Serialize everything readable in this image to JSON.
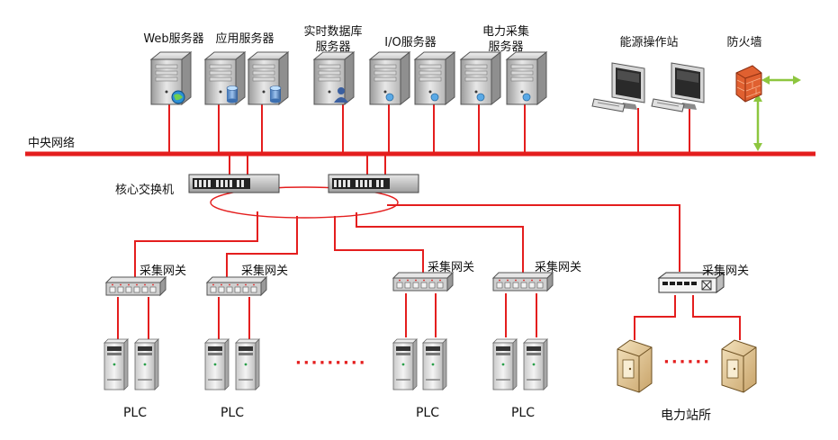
{
  "top_labels": {
    "web_server": "Web服务器",
    "app_server": "应用服务器",
    "rtdb_server_line1": "实时数据库",
    "rtdb_server_line2": "服务器",
    "io_server": "I/O服务器",
    "power_server_line1": "电力采集",
    "power_server_line2": "服务器",
    "energy_station": "能源操作站",
    "firewall": "防火墙"
  },
  "network": {
    "central": "中央网络",
    "core_switch": "核心交换机"
  },
  "gateways": [
    "采集网关",
    "采集网关",
    "采集网关",
    "采集网关",
    "采集网关"
  ],
  "bottom_labels": {
    "plc": [
      "PLC",
      "PLC",
      "PLC",
      "PLC"
    ],
    "substation": "电力站所",
    "ellipsis_mid": "·········",
    "ellipsis_right": "······"
  },
  "colors": {
    "network_line": "#e41e1e",
    "firewall_arrow": "#8dc63f",
    "dots": "#e41e1e"
  }
}
